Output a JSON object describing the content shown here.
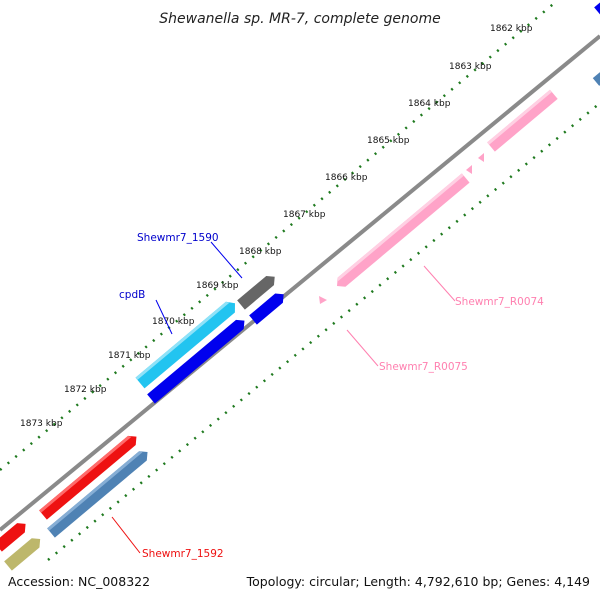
{
  "title": "Shewanella sp. MR-7, complete genome",
  "footer": {
    "accession": "Accession: NC_008322",
    "summary": "Topology: circular; Length: 4,792,610 bp; Genes: 4,149"
  },
  "ticks": [
    "1862 kbp",
    "1863 kbp",
    "1864 kbp",
    "1865 kbp",
    "1866 kbp",
    "1867 kbp",
    "1868 kbp",
    "1869 kbp",
    "1870 kbp",
    "1871 kbp",
    "1872 kbp",
    "1873 kbp"
  ],
  "gene_labels": {
    "shewmr7_1590": "Shewmr7_1590",
    "cpdB": "cpdB",
    "shewmr7_r0074": "Shewmr7_R0074",
    "shewmr7_r0075": "Shewmr7_R0075",
    "shewmr7_1592": "Shewmr7_1592"
  },
  "colors": {
    "backbone": "#8a8a8a",
    "tick_dots": "#1f7a1f",
    "gene_blue": "#0000ee",
    "gene_cyan": "#22c4f0",
    "gene_pink": "#ffa3c8",
    "gene_red": "#ee1111",
    "gene_steel": "#4f82b4",
    "gene_gray": "#666666",
    "gene_khaki": "#bdb76b"
  }
}
